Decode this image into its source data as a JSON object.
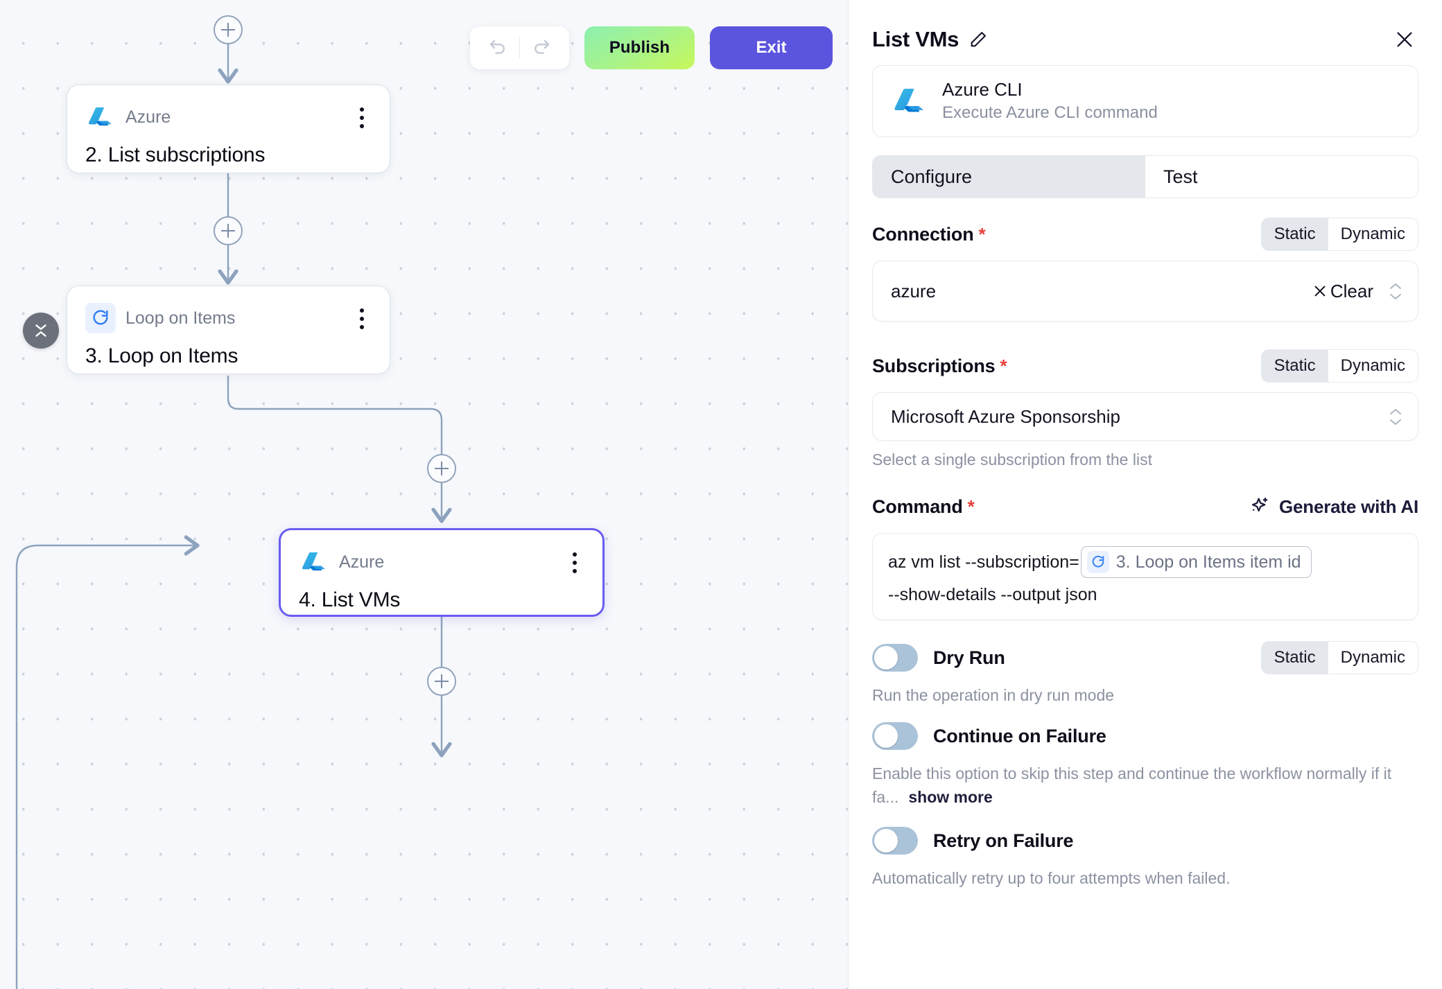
{
  "toolbar": {
    "undo_icon": "undo-icon",
    "redo_icon": "redo-icon",
    "publish_label": "Publish",
    "exit_label": "Exit"
  },
  "canvas": {
    "nodes": [
      {
        "id": "n2",
        "app": "Azure",
        "app_icon": "azure-icon",
        "title": "2. List subscriptions",
        "selected": false,
        "menu_icon": "kebab-menu-icon"
      },
      {
        "id": "n3",
        "app": "Loop on Items",
        "app_icon": "loop-icon",
        "title": "3. Loop on Items",
        "selected": false,
        "menu_icon": "kebab-menu-icon"
      },
      {
        "id": "n4",
        "app": "Azure",
        "app_icon": "azure-icon",
        "title": "4. List VMs",
        "selected": true,
        "menu_icon": "kebab-menu-icon"
      }
    ],
    "add_buttons": 4,
    "collapse_icon": "collapse-vertical-icon",
    "selected_border_color": "#6a5cf0",
    "grid_dot_color": "#c9d1dc",
    "edge_color": "#8da2bd"
  },
  "panel": {
    "title": "List VMs",
    "edit_icon": "pencil-icon",
    "close_icon": "close-icon",
    "app": {
      "icon": "azure-icon",
      "name": "Azure CLI",
      "description": "Execute Azure CLI command"
    },
    "tabs": [
      {
        "label": "Configure",
        "active": true
      },
      {
        "label": "Test",
        "active": false
      }
    ],
    "fields": {
      "connection": {
        "label": "Connection",
        "required_marker": "*",
        "mode_static": "Static",
        "mode_dynamic": "Dynamic",
        "active_mode": "Static",
        "value": "azure",
        "clear_label": "Clear",
        "clear_icon": "close-x-icon",
        "stepper_icon": "chevron-updown-icon"
      },
      "subscriptions": {
        "label": "Subscriptions",
        "required_marker": "*",
        "mode_static": "Static",
        "mode_dynamic": "Dynamic",
        "active_mode": "Static",
        "value": "Microsoft Azure Sponsorship",
        "helper": "Select a single subscription from the list",
        "stepper_icon": "chevron-updown-icon"
      },
      "command": {
        "label": "Command",
        "required_marker": "*",
        "generate_label": "Generate with AI",
        "generate_icon": "sparkle-icon",
        "text_before": "az vm list --subscription=",
        "token_icon": "loop-icon",
        "token_label": "3. Loop on Items item id",
        "text_after": "--show-details --output json"
      },
      "dry_run": {
        "label": "Dry Run",
        "enabled": false,
        "mode_static": "Static",
        "mode_dynamic": "Dynamic",
        "active_mode": "Static",
        "description": "Run the operation in dry run mode"
      },
      "continue_on_failure": {
        "label": "Continue on Failure",
        "enabled": false,
        "description": "Enable this option to skip this step and continue the workflow normally if it fa...",
        "show_more": "show more"
      },
      "retry_on_failure": {
        "label": "Retry on Failure",
        "enabled": false,
        "description": "Automatically retry up to four attempts when failed."
      }
    }
  },
  "colors": {
    "publish_green_a": "#8cf0b0",
    "publish_green_b": "#c8f75a",
    "exit_purple": "#5b54de",
    "accent_purple": "#6a5cf0",
    "required_red": "#e8413c",
    "canvas_bg": "#f6f8fb"
  }
}
